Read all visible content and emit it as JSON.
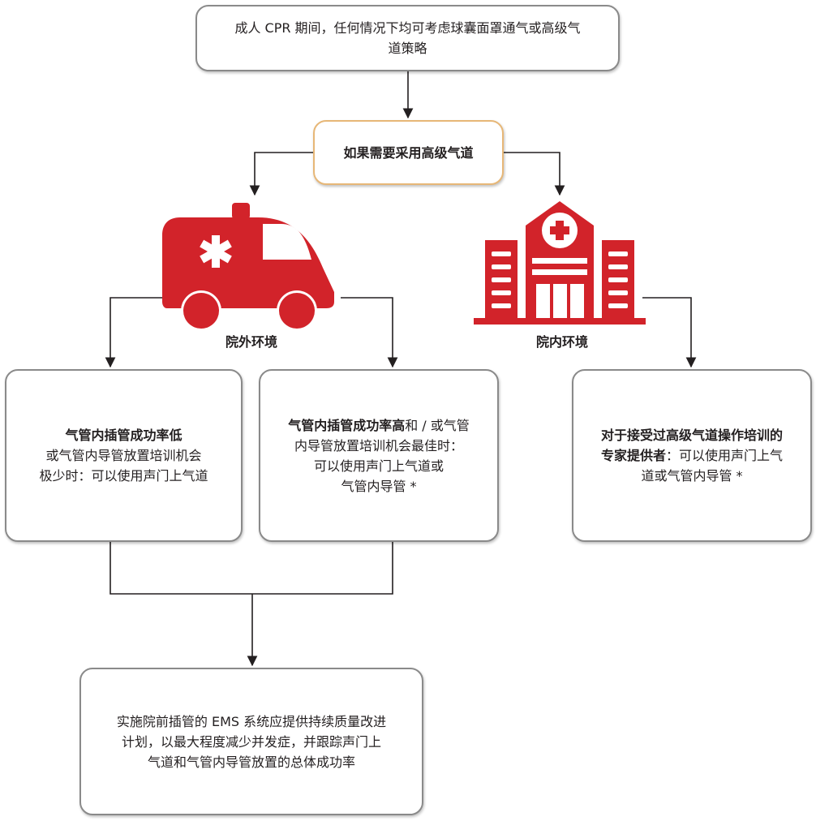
{
  "colors": {
    "icon_red": "#d2232a",
    "connector": "#231f20",
    "box_border": "#8a8a8a",
    "question_border": "#e7b777"
  },
  "top_box": {
    "line1": "成人 CPR 期间，任何情况下均可考虑球囊面罩通气或高级气",
    "line2": "道策略"
  },
  "question_box": {
    "text": "如果需要采用高级气道"
  },
  "icons": {
    "ambulance": "ambulance-icon",
    "hospital": "hospital-icon"
  },
  "out_of_hospital": {
    "label": "院外环境",
    "low_box": {
      "bold": "气管内插管成功率低",
      "line2": "或气管内导管放置培训机会",
      "line3": "极少时：可以使用声门上气道"
    },
    "high_box": {
      "bold": "气管内插管成功率高",
      "line1_rest": "和 / 或气管",
      "line2": "内导管放置培训机会最佳时：",
      "line3": "可以使用声门上气道或",
      "line4": "气管内导管 *"
    }
  },
  "in_hospital": {
    "label": "院内环境",
    "box": {
      "bold1": "对于接受过高级气道操作培训的",
      "bold2": "专家提供者",
      "line2_rest": "：可以使用声门上气",
      "line3": "道或气管内导管 *"
    }
  },
  "ems_box": {
    "line1": "实施院前插管的 EMS 系统应提供持续质量改进",
    "line2": "计划，以最大程度减少并发症，并跟踪声门上",
    "line3": "气道和气管内导管放置的总体成功率"
  }
}
